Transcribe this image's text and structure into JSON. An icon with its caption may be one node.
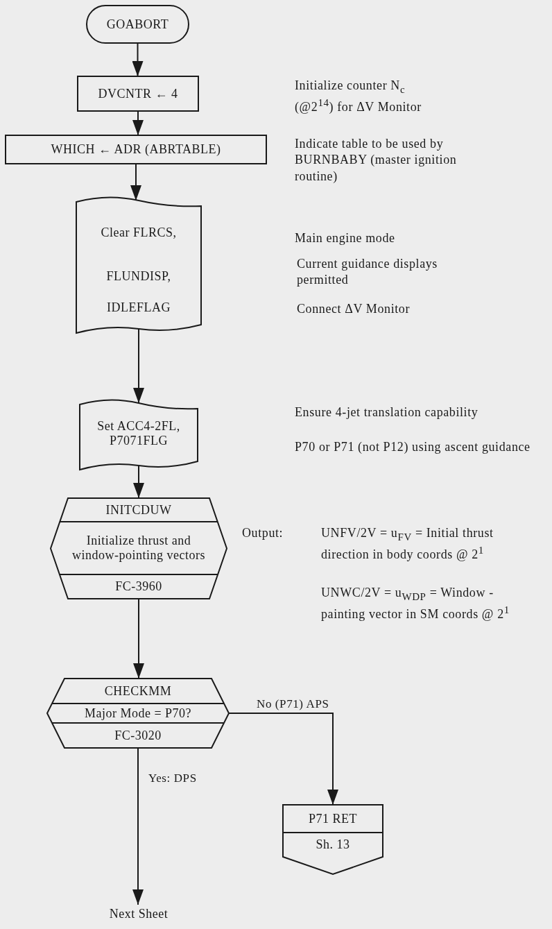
{
  "diagram": {
    "nodes": [
      {
        "text": [
          "GOABORT"
        ]
      },
      {
        "text": [
          "DVCNTR ← 4"
        ]
      },
      {
        "text": [
          "WHICH ← ADR (ABRTABLE)"
        ],
        "beside": [
          "Indicate table to be used by BURNBABY (master ignition routine)"
        ]
      },
      {
        "text": [
          "Clear FLRCS,",
          "FLUNDISP,",
          "IDLEFLAG"
        ],
        "beside": [
          "Main engine mode",
          "Current guidance displays permitted",
          "Connect ΔV Monitor"
        ]
      },
      {
        "text": [
          "Set ACC4-2FL, P7071FLG"
        ],
        "beside": [
          "Ensure 4-jet translation capability",
          "P70 or P71 (not P12) using ascent guidance"
        ]
      },
      {
        "text": [
          "INITCDUW",
          "Initialize thrust and window-pointing vectors",
          "FC-3960"
        ],
        "beside": [
          "Output:",
          "UNFV/2V = u$_{FV}$ = Initial thrust direction in body coords @ 2$^{1}$",
          "UNWC/2V = u$_{WDP}$ = Window - painting vector in SM coords @ 2$^{1}$"
        ]
      },
      {
        "text": [
          "CHECKMM",
          "Major Mode = P70?",
          "FC-3020"
        ]
      },
      {
        "text": [
          "P71 RET",
          "Sh. 13"
        ]
      },
      {
        "text": [
          "Next Sheet"
        ]
      }
    ],
    "edges": [
      {
        "from": 0,
        "to": 1,
        "arrow": "to"
      },
      {
        "from": 1,
        "to": 2,
        "arrow": "to"
      },
      {
        "from": 2,
        "to": 3,
        "arrow": "to"
      },
      {
        "from": 3,
        "to": 4,
        "arrow": "to"
      },
      {
        "from": 4,
        "to": 5,
        "arrow": "to"
      },
      {
        "from": 5,
        "to": 6,
        "arrow": "to"
      },
      {
        "from": 6,
        "to": 8,
        "arrow": "to",
        "label": "Yes: DPS"
      },
      {
        "from": 6,
        "to": 7,
        "arrow": "to",
        "label": "No (P71) APS"
      }
    ],
    "labels": [
      "Initialize counter N$_{c}$ (@2$^{14}$) for ΔV Monitor"
    ]
  }
}
